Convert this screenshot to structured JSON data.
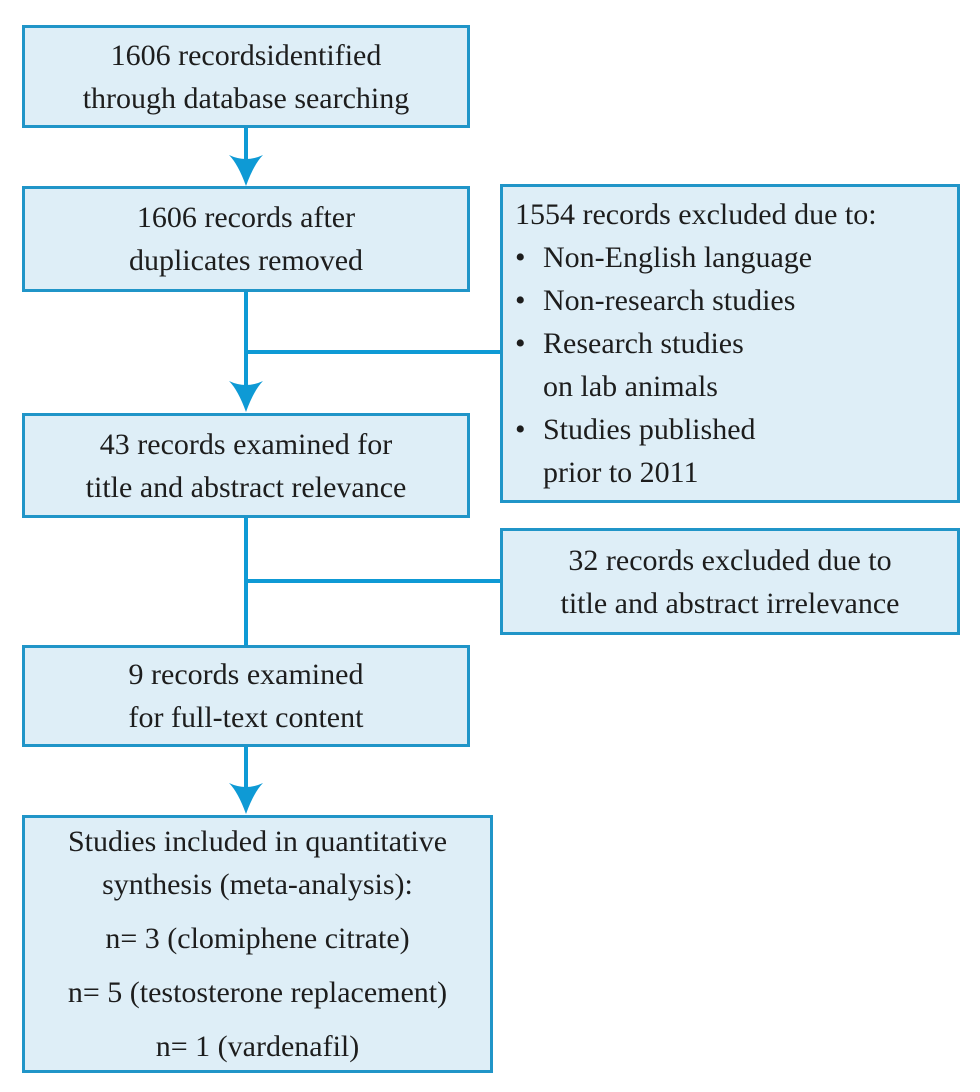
{
  "colors": {
    "box_fill": "#deeef7",
    "box_border": "#2095c8",
    "connector": "#0e9ad5",
    "text": "#1d1d1d"
  },
  "glyphs": {
    "bullet": "•"
  },
  "boxes": {
    "identified": {
      "lines": [
        "1606 recordsidentified",
        "through database searching"
      ]
    },
    "deduplicated": {
      "lines": [
        "1606 records after",
        "duplicates removed"
      ]
    },
    "excluded_db": {
      "heading": "1554 records excluded due to:",
      "bullets": [
        {
          "lines": [
            "Non-English language"
          ]
        },
        {
          "lines": [
            "Non-research studies"
          ]
        },
        {
          "lines": [
            "Research studies",
            "on lab animals"
          ]
        },
        {
          "lines": [
            "Studies published",
            "prior to 2011"
          ]
        }
      ]
    },
    "screened": {
      "lines": [
        "43 records examined for",
        "title and abstract relevance"
      ]
    },
    "excluded_title": {
      "lines": [
        "32 records excluded due to",
        "title and abstract irrelevance"
      ]
    },
    "fulltext": {
      "lines": [
        "9 records examined",
        "for full-text content"
      ]
    },
    "included": {
      "title_lines": [
        "Studies included in quantitative",
        "synthesis (meta-analysis):"
      ],
      "items": [
        "n= 3 (clomiphene citrate)",
        "n= 5 (testosterone replacement)",
        "n= 1 (vardenafil)"
      ]
    }
  }
}
